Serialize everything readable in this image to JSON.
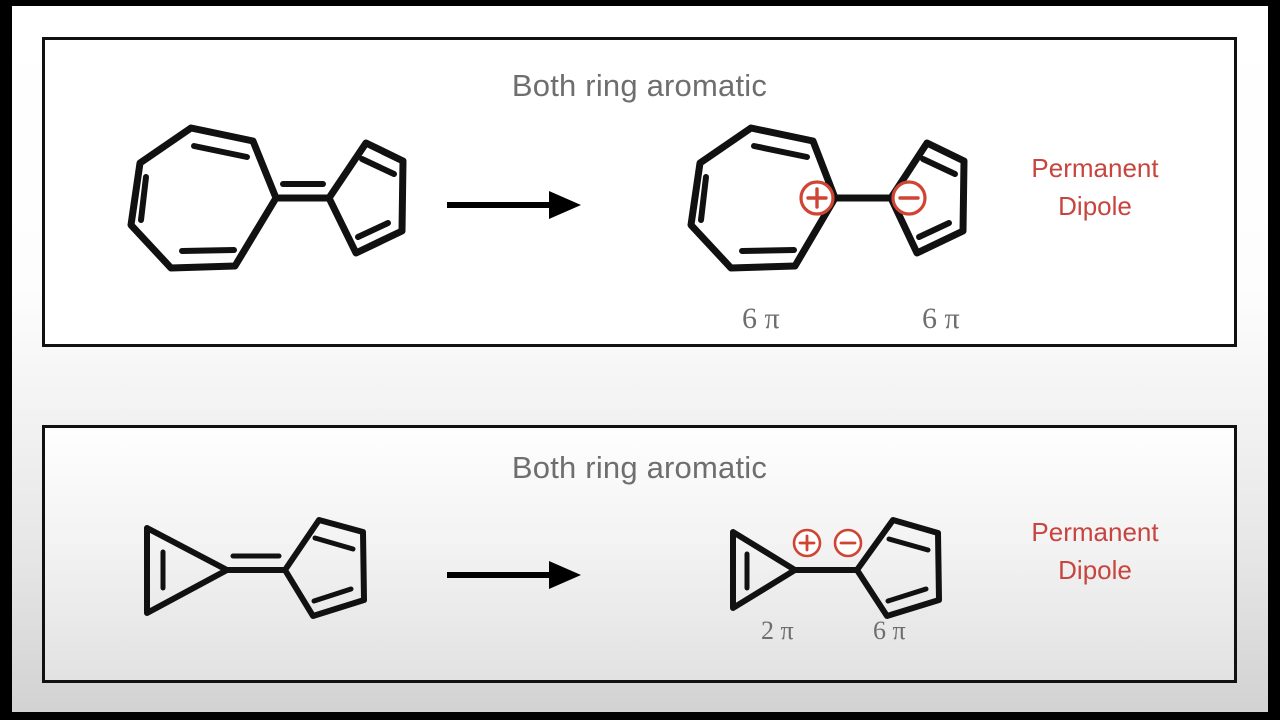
{
  "slide": {
    "background_color": "#d2d2d2",
    "letterbox_color": "#000000",
    "accent_red": "#c8453f",
    "heading_gray": "#6e6e6e",
    "bond_black": "#111111",
    "charge_red": "#cf4433"
  },
  "panels": [
    {
      "id": "top",
      "heading": "Both ring aromatic",
      "note": "Permanent\nDipole",
      "note_line1": "Permanent",
      "note_line2": "Dipole",
      "reactant": {
        "name": "heptafulvene-like-cycloheptatrienylidene-cyclopentadiene",
        "left_ring": {
          "name": "cycloheptatriene-ring",
          "sides": 7,
          "double_bonds": 3
        },
        "right_ring": {
          "name": "cyclopentadiene-ring",
          "sides": 5,
          "double_bonds": 2
        },
        "linking_bond": "double"
      },
      "product": {
        "name": "tropylium-cyclopentadienide-ion-pair",
        "left_ring": {
          "name": "tropylium-cation-ring",
          "sides": 7,
          "double_bonds": 3,
          "charge": "+",
          "pi_label": "6 π"
        },
        "right_ring": {
          "name": "cyclopentadienyl-anion-ring",
          "sides": 5,
          "double_bonds": 2,
          "charge": "−",
          "pi_label": "6 π"
        },
        "linking_bond": "single"
      },
      "arrow": {
        "name": "reaction-arrow",
        "direction": "right"
      }
    },
    {
      "id": "bottom",
      "heading": "Both ring aromatic",
      "note": "Permanent\nDipole",
      "note_line1": "Permanent",
      "note_line2": "Dipole",
      "reactant": {
        "name": "calicene-cyclopropenylidene-cyclopentadiene",
        "left_ring": {
          "name": "cyclopropene-ring",
          "sides": 3,
          "double_bonds": 1
        },
        "right_ring": {
          "name": "cyclopentadiene-ring",
          "sides": 5,
          "double_bonds": 2
        },
        "linking_bond": "double"
      },
      "product": {
        "name": "cyclopropenium-cyclopentadienide-ion-pair",
        "left_ring": {
          "name": "cyclopropenyl-cation-ring",
          "sides": 3,
          "double_bonds": 1,
          "charge": "+",
          "pi_label": "2 π"
        },
        "right_ring": {
          "name": "cyclopentadienyl-anion-ring",
          "sides": 5,
          "double_bonds": 2,
          "charge": "−",
          "pi_label": "6 π"
        },
        "linking_bond": "single"
      },
      "arrow": {
        "name": "reaction-arrow",
        "direction": "right"
      }
    }
  ],
  "charges": {
    "plus": "+",
    "minus": "−"
  }
}
